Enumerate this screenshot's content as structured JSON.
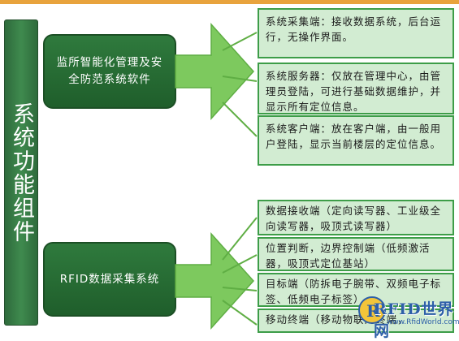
{
  "title": "系统功能组件",
  "categories": [
    {
      "label": "监所智能化管理及安全防范系统软件"
    },
    {
      "label": "RFID数据采集系统"
    }
  ],
  "software_items": [
    "系统采集端：接收数据系统，后台运行，无操作界面。",
    "系统服务器：仅放在管理中心，由管理员登陆，可进行基础数据维护，并显示所有定位信息。",
    "系统客户端：放在客户端，由一般用户登陆，显示当前楼层的定位信息。"
  ],
  "rfid_items": [
    "数据接收端（定向读写器、工业级全向读写器，吸顶式读写器）",
    "位置判断，边界控制端（低频激活器，吸顶式定位基站）",
    "目标端（防拆电子腕带、双频电子标签、低频电子标签）",
    "移动终端（移动物联网终端，"
  ],
  "watermark": {
    "text": "RFID世界网",
    "url": "www.RfidWorld.com.cn"
  },
  "colors": {
    "accent_dark_green": "#2f7a3d",
    "box_fill": "#d2ecd2",
    "box_border": "#3d9d48",
    "arrow_green": "#7dc95e",
    "top_rule": "#e8a33d"
  }
}
